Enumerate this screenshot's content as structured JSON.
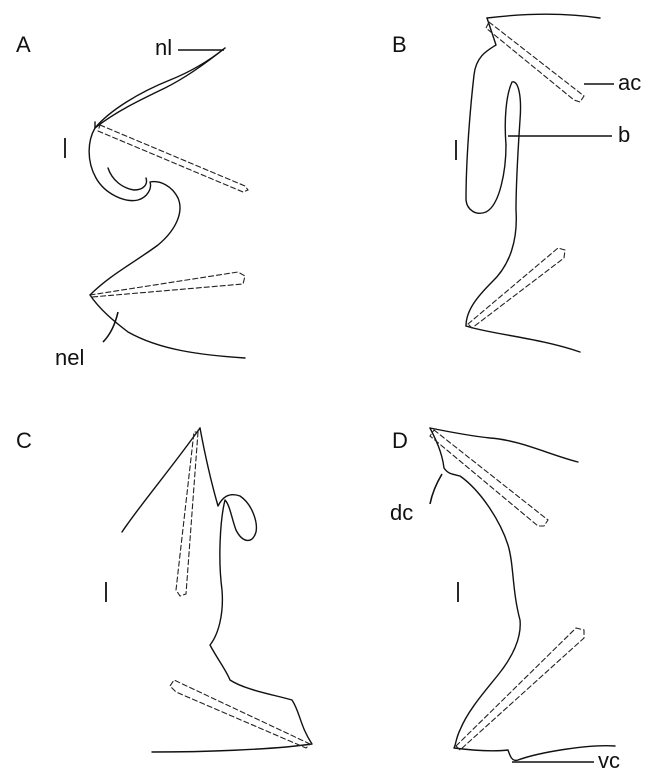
{
  "panels": [
    {
      "letter": "A"
    },
    {
      "letter": "B"
    },
    {
      "letter": "C"
    },
    {
      "letter": "D"
    }
  ],
  "labels": {
    "nl": "nl",
    "nel": "nel",
    "ac": "ac",
    "b": "b",
    "dc": "dc",
    "vc": "vc"
  },
  "colors": {
    "line": "#111111",
    "background": "#ffffff"
  }
}
